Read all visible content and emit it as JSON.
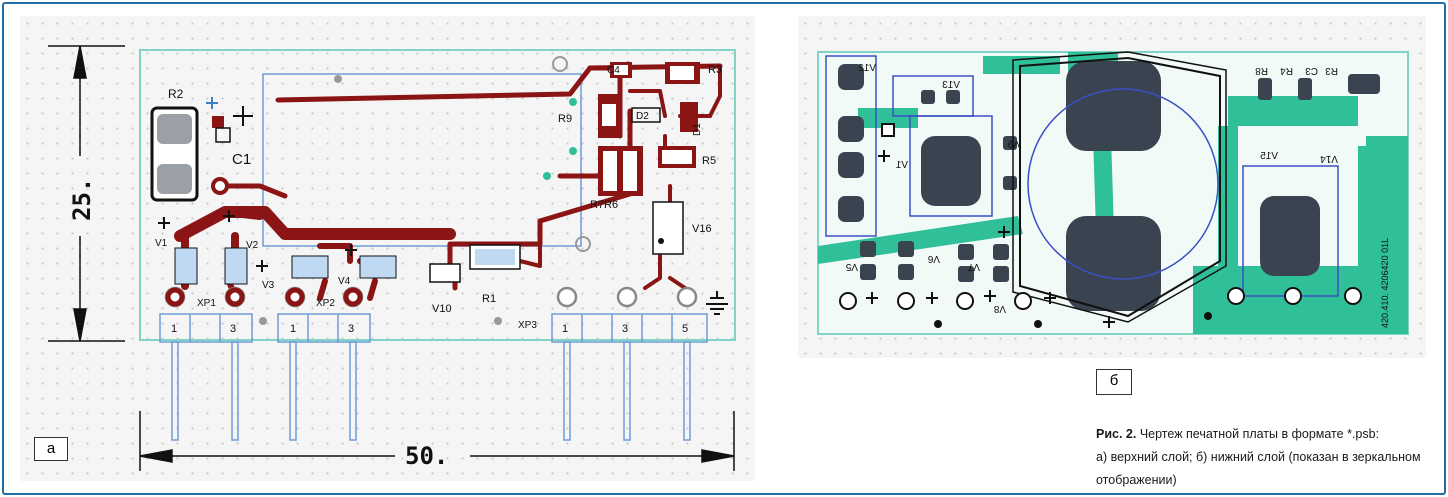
{
  "caption": {
    "figure_label": "Рис. 2.",
    "title": "Чертеж печатной платы в формате *.psb:",
    "line2": "а) верхний слой; б) нижний слой (показан в зеркальном отображении)"
  },
  "panel_a": {
    "label": "а",
    "dim_width": "50.",
    "dim_height": "25.",
    "components": {
      "r1": "R1",
      "r2": "R2",
      "r3": "R3",
      "r5": "R5",
      "r9": "R9",
      "r7r6": "R7R6",
      "c1": "C1",
      "c4": "C4",
      "d2": "D2",
      "d1": "D1",
      "v1": "V1",
      "v2": "V2",
      "v3": "V3",
      "v4": "V4",
      "v10": "V10",
      "v16": "V16",
      "xp1": "XP1",
      "xp2": "XP2",
      "xp3": "XP3"
    },
    "pins": {
      "p1": "1",
      "p3": "3",
      "p5": "5"
    }
  },
  "panel_b": {
    "label": "б",
    "components": {
      "v1": "V1",
      "v12": "V12",
      "v13": "V13",
      "v5": "V5",
      "v6": "V6",
      "v7": "V7",
      "v8": "V8",
      "v9": "V9",
      "v15": "V15",
      "v14": "V14",
      "r3": "R3",
      "r4": "R4",
      "r8": "R8",
      "c3": "C3"
    },
    "board_id": "420.410. 4206420 01L"
  },
  "colors": {
    "copper_top": "#8b1414",
    "copper_bottom": "#2fbf99",
    "board_outline": "#7fd4c6",
    "silkscreen": "#3a7fc4",
    "frame": "#1f6fa8"
  }
}
